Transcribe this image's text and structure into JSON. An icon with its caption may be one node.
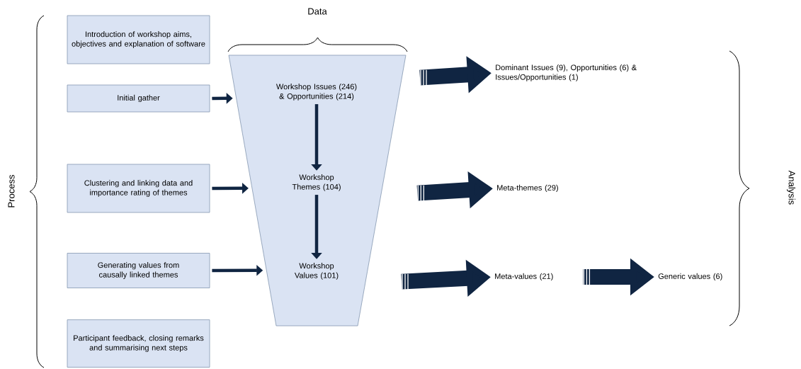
{
  "diagram": {
    "nodes": [
      {
        "text": [
          "Introduction of  workshop aims, objectives and explanation of software"
        ]
      },
      {
        "text": [
          "Initial gather"
        ]
      },
      {
        "text": [
          "Clustering and linking data and importance rating of themes"
        ]
      },
      {
        "text": [
          "Generating values from causally linked themes"
        ]
      },
      {
        "text": [
          "Participant feedback, closing remarks and summarising next steps"
        ]
      },
      {
        "text": [],
        "shape": "trapezoid"
      },
      {
        "text": [
          "Workshop Issues (246) & Opportunities (214)"
        ],
        "in": 5
      },
      {
        "text": [
          "Workshop Themes (104)"
        ],
        "in": 5
      },
      {
        "text": [
          "Workshop Values  (101)"
        ],
        "in": 5
      },
      {
        "text": [
          "Dominant Issues (9), Opportunities (6) & Issues/Opportunities (1)"
        ]
      },
      {
        "text": [
          "Meta-themes (29)"
        ]
      },
      {
        "text": [
          "Meta-values (21)"
        ]
      },
      {
        "text": [
          "Generic values (6)"
        ]
      }
    ],
    "edges": [
      {
        "from": 1,
        "to": 5,
        "arrow": "to"
      },
      {
        "from": 2,
        "to": 5,
        "arrow": "to"
      },
      {
        "from": 3,
        "to": 5,
        "arrow": "to"
      },
      {
        "from": 6,
        "to": 7,
        "arrow": "to"
      },
      {
        "from": 7,
        "to": 8,
        "arrow": "to"
      },
      {
        "from": 5,
        "to": 9,
        "arrow": "to",
        "style": "thick"
      },
      {
        "from": 5,
        "to": 10,
        "arrow": "to",
        "style": "thick"
      },
      {
        "from": 5,
        "to": 11,
        "arrow": "to",
        "style": "thick"
      },
      {
        "from": 11,
        "to": 12,
        "arrow": "to",
        "style": "thick"
      }
    ],
    "labels": [
      "Data",
      "Process",
      "Analysis"
    ]
  }
}
